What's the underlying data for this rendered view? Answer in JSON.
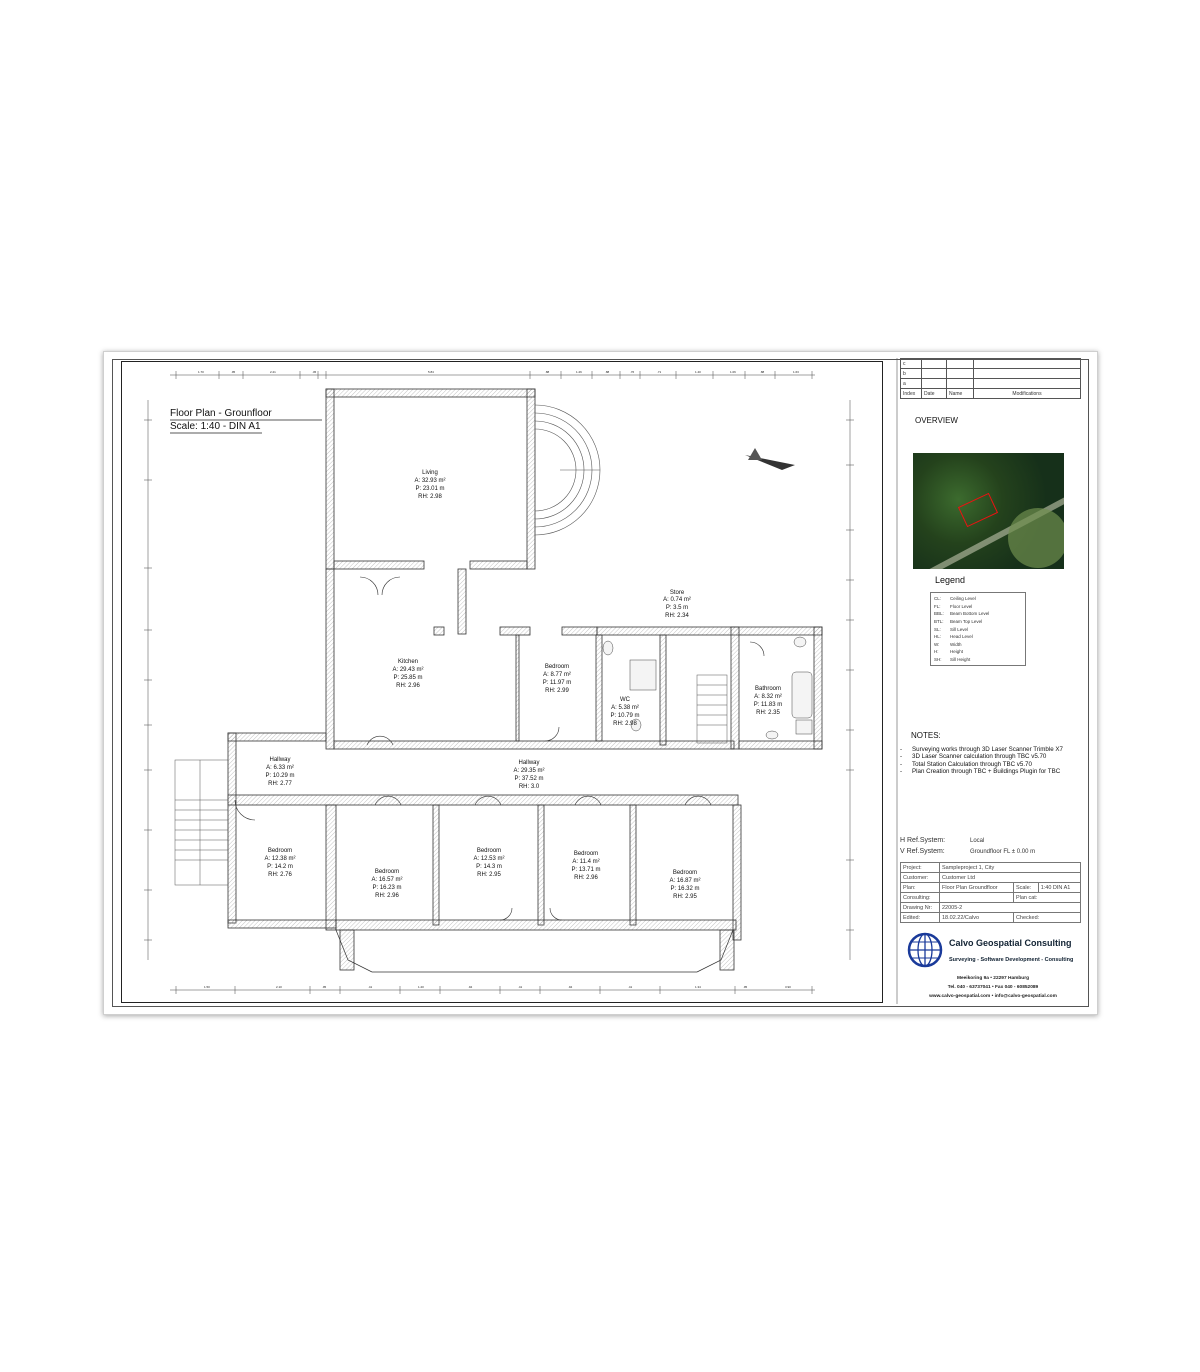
{
  "drawing": {
    "title": "Floor Plan - Grounfloor",
    "scale": "Scale: 1:40 - DIN A1"
  },
  "revisions": {
    "rows": [
      "c",
      "b",
      "a"
    ],
    "header": {
      "index": "Index",
      "date": "Date",
      "name": "Name",
      "modifications": "Modifications"
    }
  },
  "overview": {
    "heading": "OVERVIEW"
  },
  "legend": {
    "heading": "Legend",
    "items": [
      {
        "key": "CL:",
        "label": "Ceiling Level"
      },
      {
        "key": "FL:",
        "label": "Floor Level"
      },
      {
        "key": "BBL:",
        "label": "Beam Bottom Level"
      },
      {
        "key": "BTL:",
        "label": "Beam Top Level"
      },
      {
        "key": "SL:",
        "label": "Sill Level"
      },
      {
        "key": "HL:",
        "label": "Head Level"
      },
      {
        "key": "W:",
        "label": "Width"
      },
      {
        "key": "H:",
        "label": "Height"
      },
      {
        "key": "SH:",
        "label": "Sill Height"
      }
    ]
  },
  "notes": {
    "heading": "NOTES:",
    "items": [
      "Surveying works through 3D Laser Scanner Trimble X7",
      "3D Laser Scanner calculation through TBC v5.70",
      "Total Station Calculation through TBC v5.70",
      "Plan Creation through TBC + Buildings Plugin for TBC"
    ]
  },
  "ref_system": {
    "h_label": "H Ref.System:",
    "h_value": "Local",
    "v_label": "V Ref.System:",
    "v_value": "Groundfloor FL ± 0.00 m"
  },
  "project_info": {
    "project_label": "Project:",
    "project_value": "Sampleproject 1, City",
    "customer_label": "Customer:",
    "customer_value": "Customer Ltd",
    "plan_label": "Plan:",
    "plan_value": "Floor Plan Groundfloor",
    "scale_label": "Scale:",
    "scale_value": "1:40 DIN A1",
    "consulting_label": "Consulting:",
    "plancat_label": "Plan cat:",
    "drawing_label": "Drawing Nr:",
    "drawing_value": "22005-2",
    "edited_label": "Edited:",
    "edited_value": "18.02.22/Calvo",
    "checked_label": "Checked:"
  },
  "company": {
    "name": "Calvo Geospatial Consulting",
    "tagline": "Surveying - Software Development - Consulting",
    "address": "Meeikoring 9a • 22297 Hamburg",
    "phone": "Tel. 040 - 63737041 • Fax 040 - 60852089",
    "web": "www.calvo-geospatial.com • info@calvo-geospatial.com"
  },
  "rooms": [
    {
      "name": "Living",
      "area": "A: 32.93 m²",
      "perimeter": "P: 23.01 m",
      "height": "RH: 2.98"
    },
    {
      "name": "Kitchen",
      "area": "A: 29.43 m²",
      "perimeter": "P: 25.85 m",
      "height": "RH: 2.96"
    },
    {
      "name": "Bedroom",
      "area": "A: 8.77 m²",
      "perimeter": "P: 11.97 m",
      "height": "RH: 2.99"
    },
    {
      "name": "Store",
      "area": "A: 0.74 m²",
      "perimeter": "P: 3.5 m",
      "height": "RH: 2.34"
    },
    {
      "name": "WC",
      "area": "A: 5.38 m²",
      "perimeter": "P: 10.79 m",
      "height": "RH: 2.98"
    },
    {
      "name": "Bathroom",
      "area": "A: 8.32 m²",
      "perimeter": "P: 11.83 m",
      "height": "RH: 2.35"
    },
    {
      "name": "Hallway",
      "area": "A: 6.33 m²",
      "perimeter": "P: 10.29 m",
      "height": "RH: 2.77"
    },
    {
      "name": "Hallway",
      "area": "A: 29.35 m²",
      "perimeter": "P: 37.52 m",
      "height": "RH: 3.0"
    },
    {
      "name": "Bedroom",
      "area": "A: 12.38 m²",
      "perimeter": "P: 14.2 m",
      "height": "RH: 2.76"
    },
    {
      "name": "Bedroom",
      "area": "A: 16.57 m²",
      "perimeter": "P: 16.23 m",
      "height": "RH: 2.96"
    },
    {
      "name": "Bedroom",
      "area": "A: 12.53 m²",
      "perimeter": "P: 14.3 m",
      "height": "RH: 2.95"
    },
    {
      "name": "Bedroom",
      "area": "A: 11.4 m²",
      "perimeter": "P: 13.71 m",
      "height": "RH: 2.96"
    },
    {
      "name": "Bedroom",
      "area": "A: 16.87 m²",
      "perimeter": "P: 16.32 m",
      "height": "RH: 2.95"
    }
  ],
  "dimensions": {
    "top": [
      "1.70",
      ".95",
      "2.21",
      ".45",
      "5.84",
      ".88",
      "1.26",
      ".88",
      ".76",
      ".71",
      "1.40",
      "1.06",
      ".88",
      "1.63"
    ],
    "bottom": [
      "1.50",
      "2.10",
      ".95",
      ".41",
      "1.20",
      ".94",
      ".41",
      ".94",
      ".41",
      "1.34",
      ".95",
      "3.90"
    ]
  }
}
